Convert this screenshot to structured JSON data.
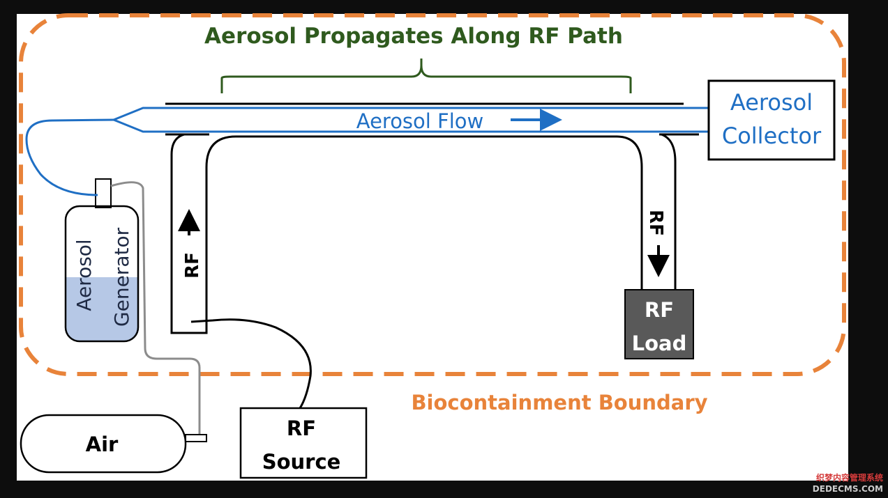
{
  "diagram": {
    "title": "Aerosol Propagates Along RF Path",
    "flow_label": "Aerosol Flow",
    "collector": {
      "line1": "Aerosol",
      "line2": "Collector"
    },
    "generator": {
      "line1": "Aerosol",
      "line2": "Generator"
    },
    "rf_left_label": "RF",
    "rf_right_label": "RF",
    "rf_load": {
      "line1": "RF",
      "line2": "Load"
    },
    "rf_source": {
      "line1": "RF",
      "line2": "Source"
    },
    "air_label": "Air",
    "boundary_label": "Biocontainment Boundary",
    "watermark": {
      "line1": "织梦内容管理系统",
      "line2": "DEDECMS.COM"
    }
  },
  "colors": {
    "background": "#0d0d0d",
    "canvas": "#ffffff",
    "boundary": "#e8833a",
    "title_green": "#2f5a1e",
    "flow_blue": "#1f6fc4",
    "liquid": "#b6c8e6",
    "rf_load_fill": "#595959",
    "gray_tube": "#8c8c8c"
  }
}
